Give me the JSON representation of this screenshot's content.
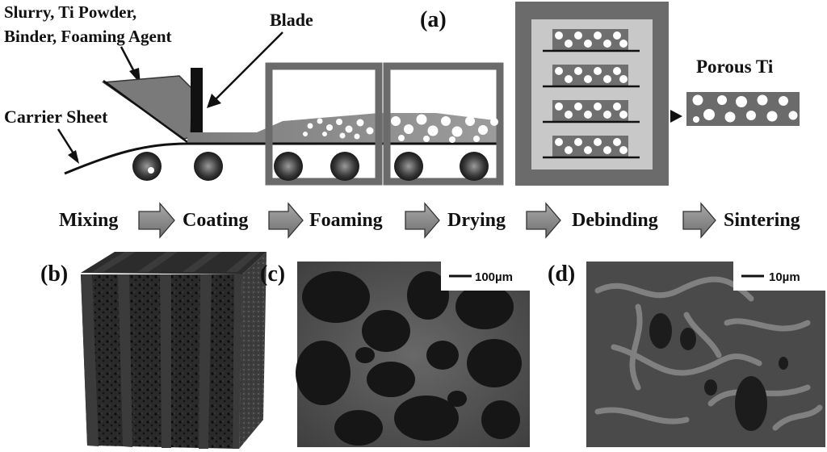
{
  "panel_a": {
    "letter": "(a)",
    "materials_line1": "Slurry, Ti Powder,",
    "materials_line2": "Binder, Foaming Agent",
    "blade": "Blade",
    "carrier": "Carrier Sheet",
    "product": "Porous Ti"
  },
  "steps": [
    "Mixing",
    "Coating",
    "Foaming",
    "Drying",
    "Debinding",
    "Sintering"
  ],
  "panel_b": {
    "letter": "(b)"
  },
  "panel_c": {
    "letter": "(c)",
    "scale": "100µm"
  },
  "panel_d": {
    "letter": "(d)",
    "scale": "10µm"
  },
  "colors": {
    "slurry": "#7a7a7a",
    "frame": "#6b6b6b",
    "furnace_inner": "#c8c8c8",
    "sem_background": "#555555",
    "pore": "#161616",
    "arrow": "#8a8a8a"
  }
}
